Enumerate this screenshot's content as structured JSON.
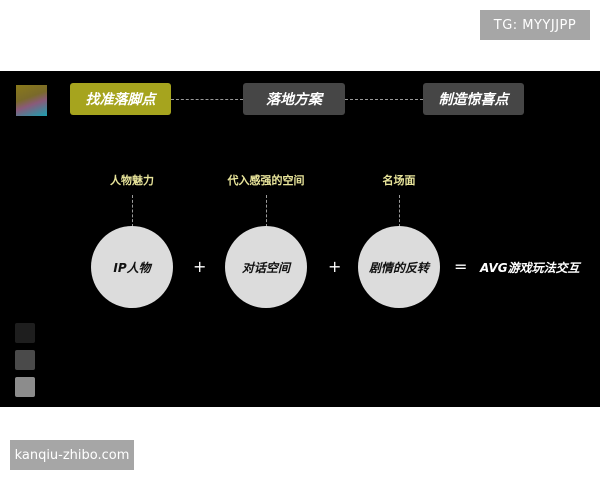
{
  "watermarks": {
    "top": "TG: MYYJJPP",
    "bottom": "kanqiu-zhibo.com"
  },
  "steps": [
    {
      "label": "找准落脚点",
      "state": "active",
      "color": "#a6a41e"
    },
    {
      "label": "落地方案",
      "state": "inactive",
      "color": "#464646"
    },
    {
      "label": "制造惊喜点",
      "state": "inactive",
      "color": "#464646"
    }
  ],
  "formula": {
    "items": [
      {
        "attribute": "人物魅力",
        "element": "IP人物"
      },
      {
        "attribute": "代入感强的空间",
        "element": "对话空间"
      },
      {
        "attribute": "名场面",
        "element": "剧情的反转"
      }
    ],
    "operators": [
      "+",
      "+",
      "="
    ],
    "result": "AVG游戏玩法交互"
  },
  "palette_swatches": [
    "#1e1e1e",
    "#4a4a4a",
    "#8c8c8c"
  ],
  "colors": {
    "accent": "#a6a41e",
    "attribute_text": "#e8e49a",
    "background": "#000000"
  }
}
